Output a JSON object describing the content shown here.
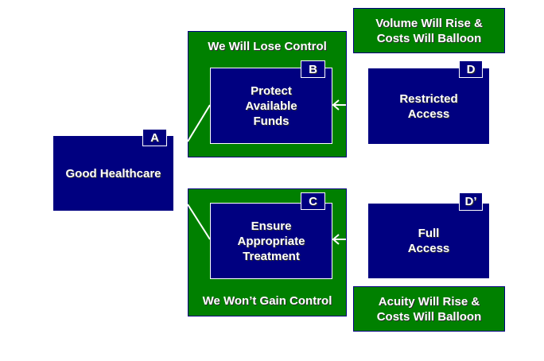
{
  "diagram": {
    "colors": {
      "box_fill": "#000080",
      "group_fill": "#008000",
      "text": "#ffffff",
      "background": "#ffffff"
    },
    "nodes": {
      "a": {
        "tag": "A",
        "label": "Good Healthcare"
      },
      "b": {
        "tag": "B",
        "label": "Protect\nAvailable\nFunds"
      },
      "c": {
        "tag": "C",
        "label": "Ensure\nAppropriate\nTreatment"
      },
      "d": {
        "tag": "D",
        "label": "Restricted\nAccess"
      },
      "d_prime": {
        "tag": "D’",
        "label": "Full\nAccess"
      }
    },
    "groups": {
      "top": {
        "title": "We Will Lose Control"
      },
      "bottom": {
        "title": "We Won’t Gain Control"
      }
    },
    "assumptions": {
      "top": "Volume Will Rise &\nCosts Will Balloon",
      "bottom": "Acuity Will Rise &\nCosts Will Balloon"
    },
    "edges": [
      {
        "from": "A",
        "to": "B",
        "type": "line"
      },
      {
        "from": "A",
        "to": "C",
        "type": "line"
      },
      {
        "from": "D",
        "to": "B",
        "type": "arrow"
      },
      {
        "from": "D’",
        "to": "C",
        "type": "arrow"
      }
    ]
  }
}
